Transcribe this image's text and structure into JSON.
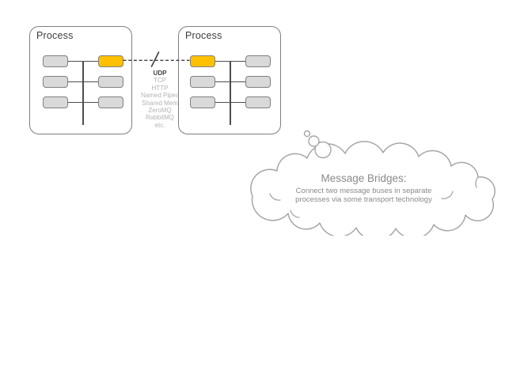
{
  "diagram": {
    "left_process": {
      "label": "Process"
    },
    "right_process": {
      "label": "Process"
    },
    "bridge": {
      "transports": [
        "UDP",
        "TCP",
        "HTTP",
        "Named Pipes",
        "Shared Mem",
        "ZeroMQ",
        "RabbitMQ",
        "etc."
      ],
      "highlighted_transport": "UDP"
    },
    "callout": {
      "title": "Message Bridges:",
      "body": "Connect two message buses in separate processes via some transport technology"
    }
  },
  "colors": {
    "highlight": "#FFC000",
    "node_fill": "#D9D9D9",
    "node_border": "#808080",
    "frame_border": "#7F7F7F",
    "connector": "#4D4D4D",
    "dash_line": "#3D3D3D",
    "transport_active_text": "#404040",
    "transport_muted_text": "#B3B3B3",
    "cloud_stroke": "#A6A6A6",
    "cloud_text": "#8A8A8A",
    "label_text": "#3D3D3D"
  }
}
